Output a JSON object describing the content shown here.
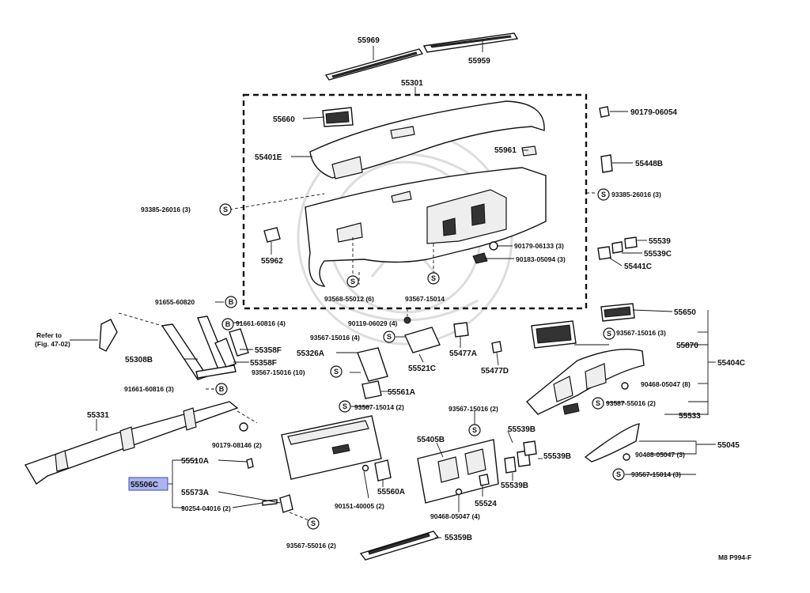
{
  "diagram": {
    "callouts": {
      "p55969": "55969",
      "p55959": "55959",
      "p55301": "55301",
      "p55660": "55660",
      "p55401E": "55401E",
      "p90179_06054": "90179-06054",
      "p55961": "55961",
      "p55448B": "55448B",
      "p93385_left": "93385-26016 (3)",
      "p93385_right": "93385-26016 (3)",
      "p55962": "55962",
      "p90179_06133": "90179-06133 (3)",
      "p55539": "55539",
      "p55539C": "55539C",
      "p90183": "90183-05094 (3)",
      "p55441C": "55441C",
      "p93568": "93568-55012 (6)",
      "p93567_15014_top": "93567-15014",
      "p91655": "91655-60820",
      "p55650": "55650",
      "p91661_top": "91661-60816 (4)",
      "p90119": "90119-06029 (4)",
      "p93567_15016_3": "93567-15016 (3)",
      "refer_line1": "Refer to",
      "refer_line2": "(Fig. 47-02)",
      "p93567_15016_4": "93567-15016 (4)",
      "p55358F_a": "55358F",
      "p55870": "55870",
      "p55308B": "55308B",
      "p55358F_b": "55358F",
      "p55326A": "55326A",
      "p55477A": "55477A",
      "p55404C": "55404C",
      "p93567_15016_10": "93567-15016 (10)",
      "p55521C": "55521C",
      "p55477D": "55477D",
      "p90468_8": "90468-05047 (8)",
      "p91661_bot": "91661-60816 (3)",
      "p55561A": "55561A",
      "p93567_15014_2": "93567-15014 (2)",
      "p93567_15016_2": "93567-15016 (2)",
      "p93587_55016": "93587-55016 (2)",
      "p55533": "55533",
      "p55331": "55331",
      "p55539B_a": "55539B",
      "p90179_08146": "90179-08146 (2)",
      "p55405B": "55405B",
      "p55045": "55045",
      "p55510A": "55510A",
      "p55539B_b": "55539B",
      "p90468_3": "90468-05047 (3)",
      "p55506C": "55506C",
      "p55560A": "55560A",
      "p55539B_c": "55539B",
      "p93567_15014_3": "93567-15014 (3)",
      "p55573A": "55573A",
      "p55524": "55524",
      "p90254": "90254-04016 (2)",
      "p90151": "90151-40005 (2)",
      "p90468_4": "90468-05047 (4)",
      "p93567_55016": "93567-55016 (2)",
      "p55359B": "55359B",
      "fig_code": "M8 P994-F"
    },
    "symbols": {
      "screw": "S",
      "bolt": "B"
    },
    "highlight_color": "#aab4ee"
  }
}
